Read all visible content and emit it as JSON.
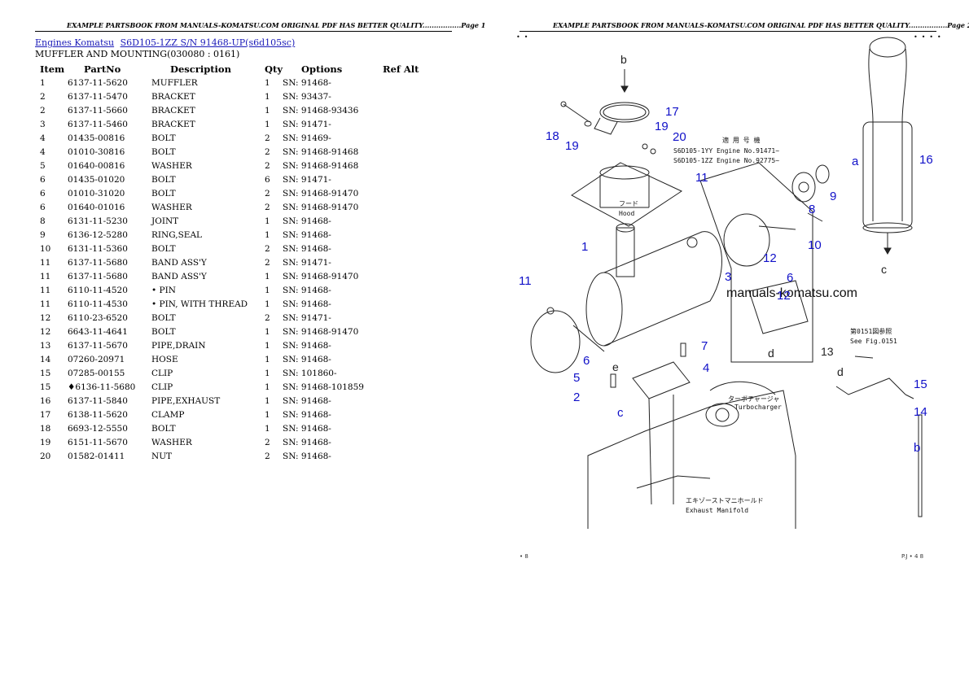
{
  "headers": {
    "left": "EXAMPLE PARTSBOOK FROM MANUALS-KOMATSU.COM ORIGINAL PDF HAS BETTER QUALITY.................Page 1",
    "right": "EXAMPLE PARTSBOOK FROM MANUALS-KOMATSU.COM ORIGINAL PDF HAS BETTER QUALITY.................Page 2"
  },
  "breadcrumb": {
    "engines": "Engines Komatsu",
    "model": "S6D105-1ZZ S/N  91468-UP(s6d105sc)"
  },
  "section_title": "MUFFLER AND MOUNTING(030080 : 0161)",
  "table": {
    "columns": [
      "Item",
      "PartNo",
      "Description",
      "Qty",
      "Options",
      "Ref Alt"
    ],
    "rows": [
      [
        "1",
        "6137-11-5620",
        "MUFFLER",
        "1",
        "SN: 91468-"
      ],
      [
        "2",
        "6137-11-5470",
        "BRACKET",
        "1",
        "SN: 93437-"
      ],
      [
        "2",
        "6137-11-5660",
        "BRACKET",
        "1",
        "SN: 91468-93436"
      ],
      [
        "3",
        "6137-11-5460",
        "BRACKET",
        "1",
        "SN: 91471-"
      ],
      [
        "4",
        "01435-00816",
        "BOLT",
        "2",
        "SN: 91469-"
      ],
      [
        "4",
        "01010-30816",
        "BOLT",
        "2",
        "SN: 91468-91468"
      ],
      [
        "5",
        "01640-00816",
        "WASHER",
        "2",
        "SN: 91468-91468"
      ],
      [
        "6",
        "01435-01020",
        "BOLT",
        "6",
        "SN: 91471-"
      ],
      [
        "6",
        "01010-31020",
        "BOLT",
        "2",
        "SN: 91468-91470"
      ],
      [
        "6",
        "01640-01016",
        "WASHER",
        "2",
        "SN: 91468-91470"
      ],
      [
        "8",
        "6131-11-5230",
        "JOINT",
        "1",
        "SN: 91468-"
      ],
      [
        "9",
        "6136-12-5280",
        "RING,SEAL",
        "1",
        "SN: 91468-"
      ],
      [
        "10",
        "6131-11-5360",
        "BOLT",
        "2",
        "SN: 91468-"
      ],
      [
        "11",
        "6137-11-5680",
        "BAND ASS'Y",
        "2",
        "SN: 91471-"
      ],
      [
        "11",
        "6137-11-5680",
        "BAND ASS'Y",
        "1",
        "SN: 91468-91470"
      ],
      [
        "11",
        "6110-11-4520",
        "• PIN",
        "1",
        "SN: 91468-"
      ],
      [
        "11",
        "6110-11-4530",
        "• PIN, WITH THREAD",
        "1",
        "SN: 91468-"
      ],
      [
        "12",
        "6110-23-6520",
        "BOLT",
        "2",
        "SN: 91471-"
      ],
      [
        "12",
        "6643-11-4641",
        "BOLT",
        "1",
        "SN: 91468-91470"
      ],
      [
        "13",
        "6137-11-5670",
        "PIPE,DRAIN",
        "1",
        "SN: 91468-"
      ],
      [
        "14",
        "07260-20971",
        "HOSE",
        "1",
        "SN: 91468-"
      ],
      [
        "15",
        "07285-00155",
        "CLIP",
        "1",
        "SN: 101860-"
      ],
      [
        "15",
        "♦6136-11-5680",
        "CLIP",
        "1",
        "SN: 91468-101859"
      ],
      [
        "16",
        "6137-11-5840",
        "PIPE,EXHAUST",
        "1",
        "SN: 91468-"
      ],
      [
        "17",
        "6138-11-5620",
        "CLAMP",
        "1",
        "SN: 91468-"
      ],
      [
        "18",
        "6693-12-5550",
        "BOLT",
        "1",
        "SN: 91468-"
      ],
      [
        "19",
        "6151-11-5670",
        "WASHER",
        "2",
        "SN: 91468-"
      ],
      [
        "20",
        "01582-01411",
        "NUT",
        "2",
        "SN: 91468-"
      ]
    ]
  },
  "diagram": {
    "watermark": "manuals-komatsu.com",
    "callouts": [
      "b",
      "17",
      "18",
      "19",
      "19",
      "20",
      "16",
      "a",
      "9",
      "11",
      "8",
      "10",
      "12",
      "1",
      "3",
      "6",
      "11",
      "12",
      "6",
      "7",
      "4",
      "5",
      "2",
      "c",
      "e",
      "d",
      "13",
      "15",
      "14",
      "b",
      "c",
      "d"
    ],
    "jp_engine_label": "適 用 号 機",
    "engine_note_1": "S6D105-1YY  Engine No.91471~",
    "engine_note_2": "S6D105-1ZZ  Engine No.92775~",
    "hood_jp": "フード",
    "hood": "Hood",
    "turbo_jp": "ターボチャージャ",
    "turbo": "Turbocharger",
    "exhaust_jp": "エキゾーストマニホールド",
    "exhaust": "Exhaust Manifold",
    "see_fig_jp": "第0151図参照",
    "see_fig": "See Fig.0151"
  },
  "footer": {
    "left": "• 8",
    "right": "P.J • 4 8"
  }
}
